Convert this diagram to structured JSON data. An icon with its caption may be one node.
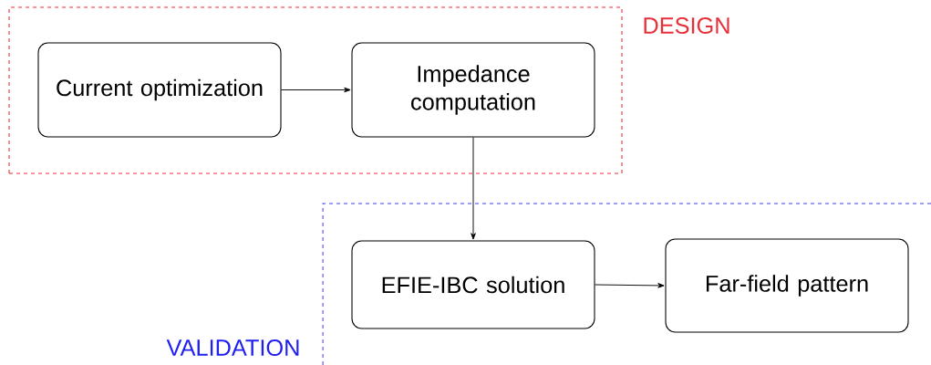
{
  "diagram": {
    "nodes": [
      {
        "text": [
          "DESIGN"
        ]
      },
      {
        "text": [
          "Current optimization"
        ],
        "in": 0
      },
      {
        "text": [
          "Impedance computation"
        ],
        "in": 0
      },
      {
        "text": [
          "VALIDATION"
        ]
      },
      {
        "text": [
          "EFIE-IBC solution"
        ],
        "in": 3
      },
      {
        "text": [
          "Far-field pattern"
        ],
        "in": 3
      }
    ],
    "edges": [
      {
        "from": 1,
        "to": 2,
        "arrow": "to"
      },
      {
        "from": 2,
        "to": 4,
        "arrow": "to"
      },
      {
        "from": 4,
        "to": 5,
        "arrow": "to"
      }
    ]
  }
}
